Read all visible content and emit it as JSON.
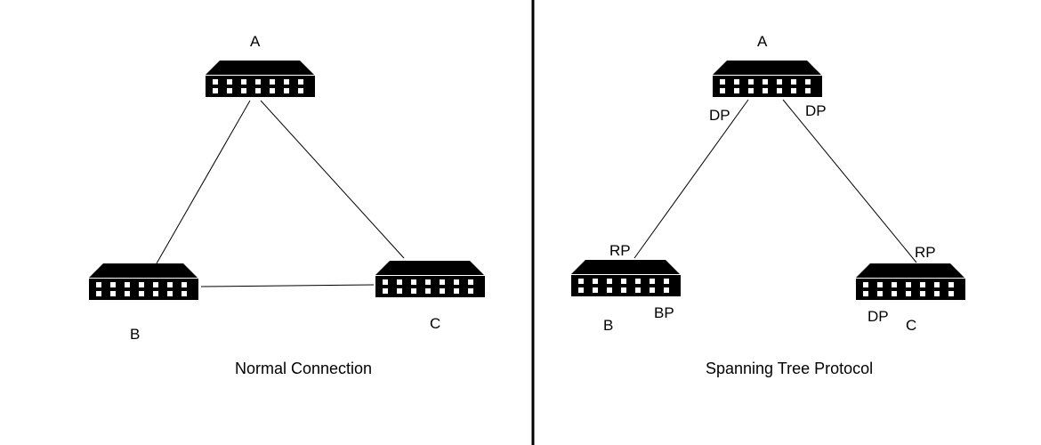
{
  "panels": {
    "normal": {
      "caption": "Normal Connection",
      "switch_labels": {
        "a": "A",
        "b": "B",
        "c": "C"
      }
    },
    "stp": {
      "caption": "Spanning Tree Protocol",
      "switch_labels": {
        "a": "A",
        "b": "B",
        "c": "C"
      },
      "port_labels": {
        "a_left": "DP",
        "a_right": "DP",
        "b_top": "RP",
        "b_blocked": "BP",
        "c_top": "RP",
        "c_bottom": "DP"
      }
    }
  },
  "icons": {
    "switch": "network-switch-icon"
  },
  "colors": {
    "line": "#000000",
    "switch_body": "#000000",
    "switch_ports": "#ffffff"
  }
}
